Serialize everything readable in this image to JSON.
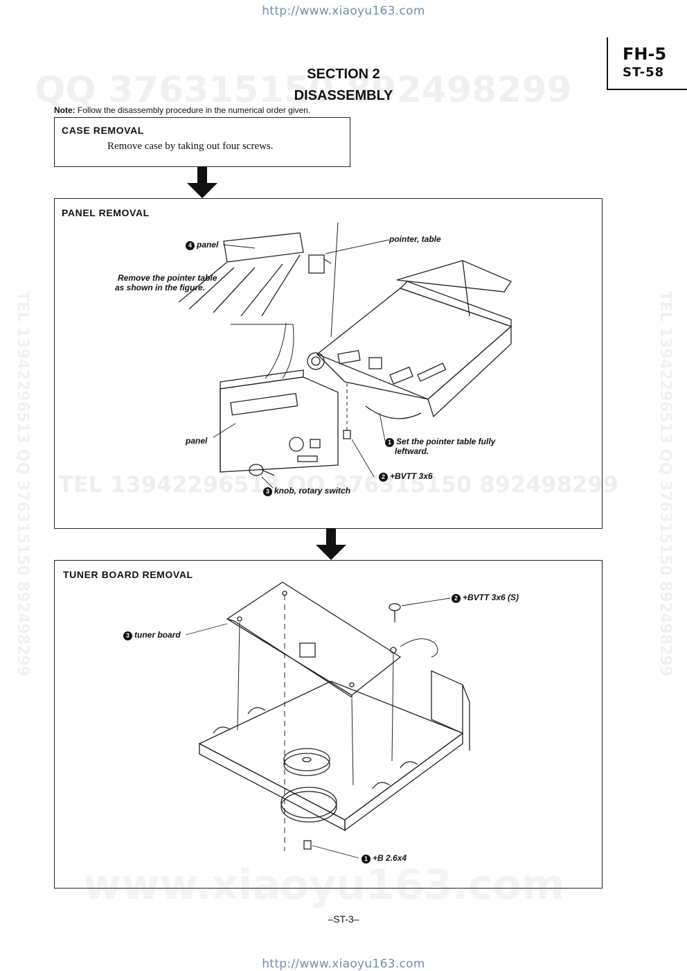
{
  "header": {
    "url_top": "http://www.xiaoyu163.com",
    "model_1": "FH-5",
    "model_2": "ST-58"
  },
  "watermarks": {
    "qq_line": "QQ 376315150   892498299",
    "tel_line": "TEL 13942296513   QQ 376315150  892498299",
    "side_left": "TEL 13942296513  QQ 376315150  892498299",
    "side_right": "TEL 13942296513  QQ 376315150  892498299",
    "bottom": "www.xiaoyu163.com"
  },
  "section": {
    "number": "SECTION 2",
    "title": "DISASSEMBLY"
  },
  "note": {
    "label": "Note:",
    "text": "Follow the disassembly procedure in the numerical order given."
  },
  "case_removal": {
    "title": "CASE REMOVAL",
    "text": "Remove case by taking out four screws."
  },
  "panel_removal": {
    "title": "PANEL REMOVAL",
    "labels": {
      "panel_top_num": "4",
      "panel_top": "panel",
      "pointer_table": "pointer, table",
      "remove_note_1": "Remove the pointer table",
      "remove_note_2": "as shown in the figure.",
      "panel": "panel",
      "set_pointer_num": "1",
      "set_pointer_1": "Set the pointer table fully",
      "set_pointer_2": "leftward.",
      "bvtt_num": "2",
      "bvtt": "+BVTT 3x6",
      "knob_num": "3",
      "knob": "knob, rotary switch"
    }
  },
  "tuner_board_removal": {
    "title": "TUNER BOARD REMOVAL",
    "labels": {
      "bvtt_s_num": "2",
      "bvtt_s": "+BVTT 3x6 (S)",
      "tuner_board_num": "3",
      "tuner_board": "tuner board",
      "b_screw_num": "1",
      "b_screw": "+B 2.6x4"
    }
  },
  "footer": {
    "page": "–ST-3–",
    "url_bottom": "http://www.xiaoyu163.com"
  }
}
